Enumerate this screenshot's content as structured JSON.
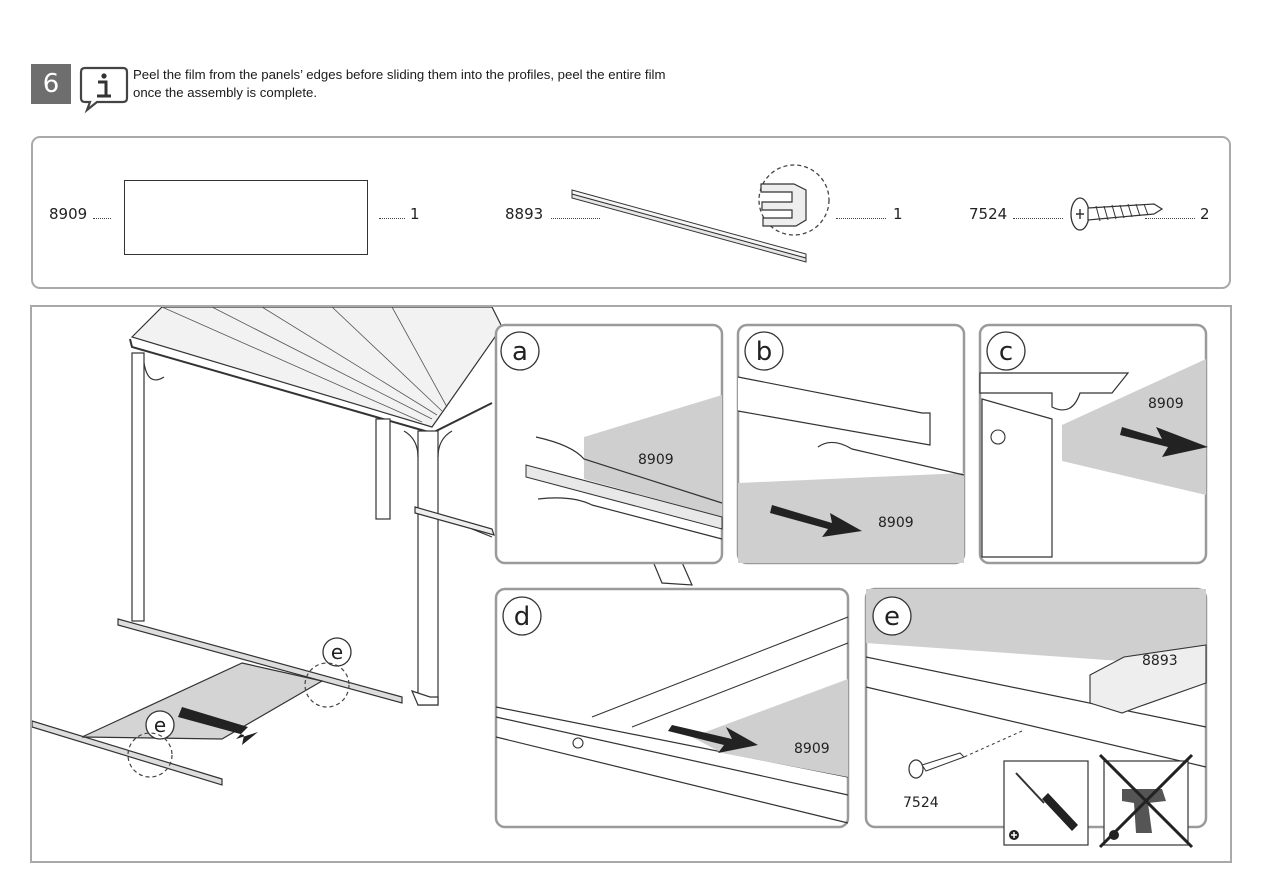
{
  "step": {
    "number": "6"
  },
  "note": {
    "icon": "info-icon",
    "line1": "Peel the film from the panels’ edges before sliding them into the profiles, peel the entire film",
    "line2": "once the assembly is complete."
  },
  "parts": [
    {
      "code": "8909",
      "qty": "1",
      "icon": "panel-icon"
    },
    {
      "code": "8893",
      "qty": "1",
      "icon": "profile-icon"
    },
    {
      "code": "7524",
      "qty": "2",
      "icon": "screw-icon"
    }
  ],
  "callouts": {
    "e": "e"
  },
  "details": {
    "a": {
      "letter": "a",
      "part": "8909"
    },
    "b": {
      "letter": "b",
      "part": "8909"
    },
    "c": {
      "letter": "c",
      "part": "8909"
    },
    "d": {
      "letter": "d",
      "part": "8909"
    },
    "e": {
      "letter": "e",
      "part_top": "8893",
      "part_screw": "7524"
    }
  },
  "tools": {
    "allowed": "screwdriver-icon",
    "forbidden": "drill-icon"
  }
}
